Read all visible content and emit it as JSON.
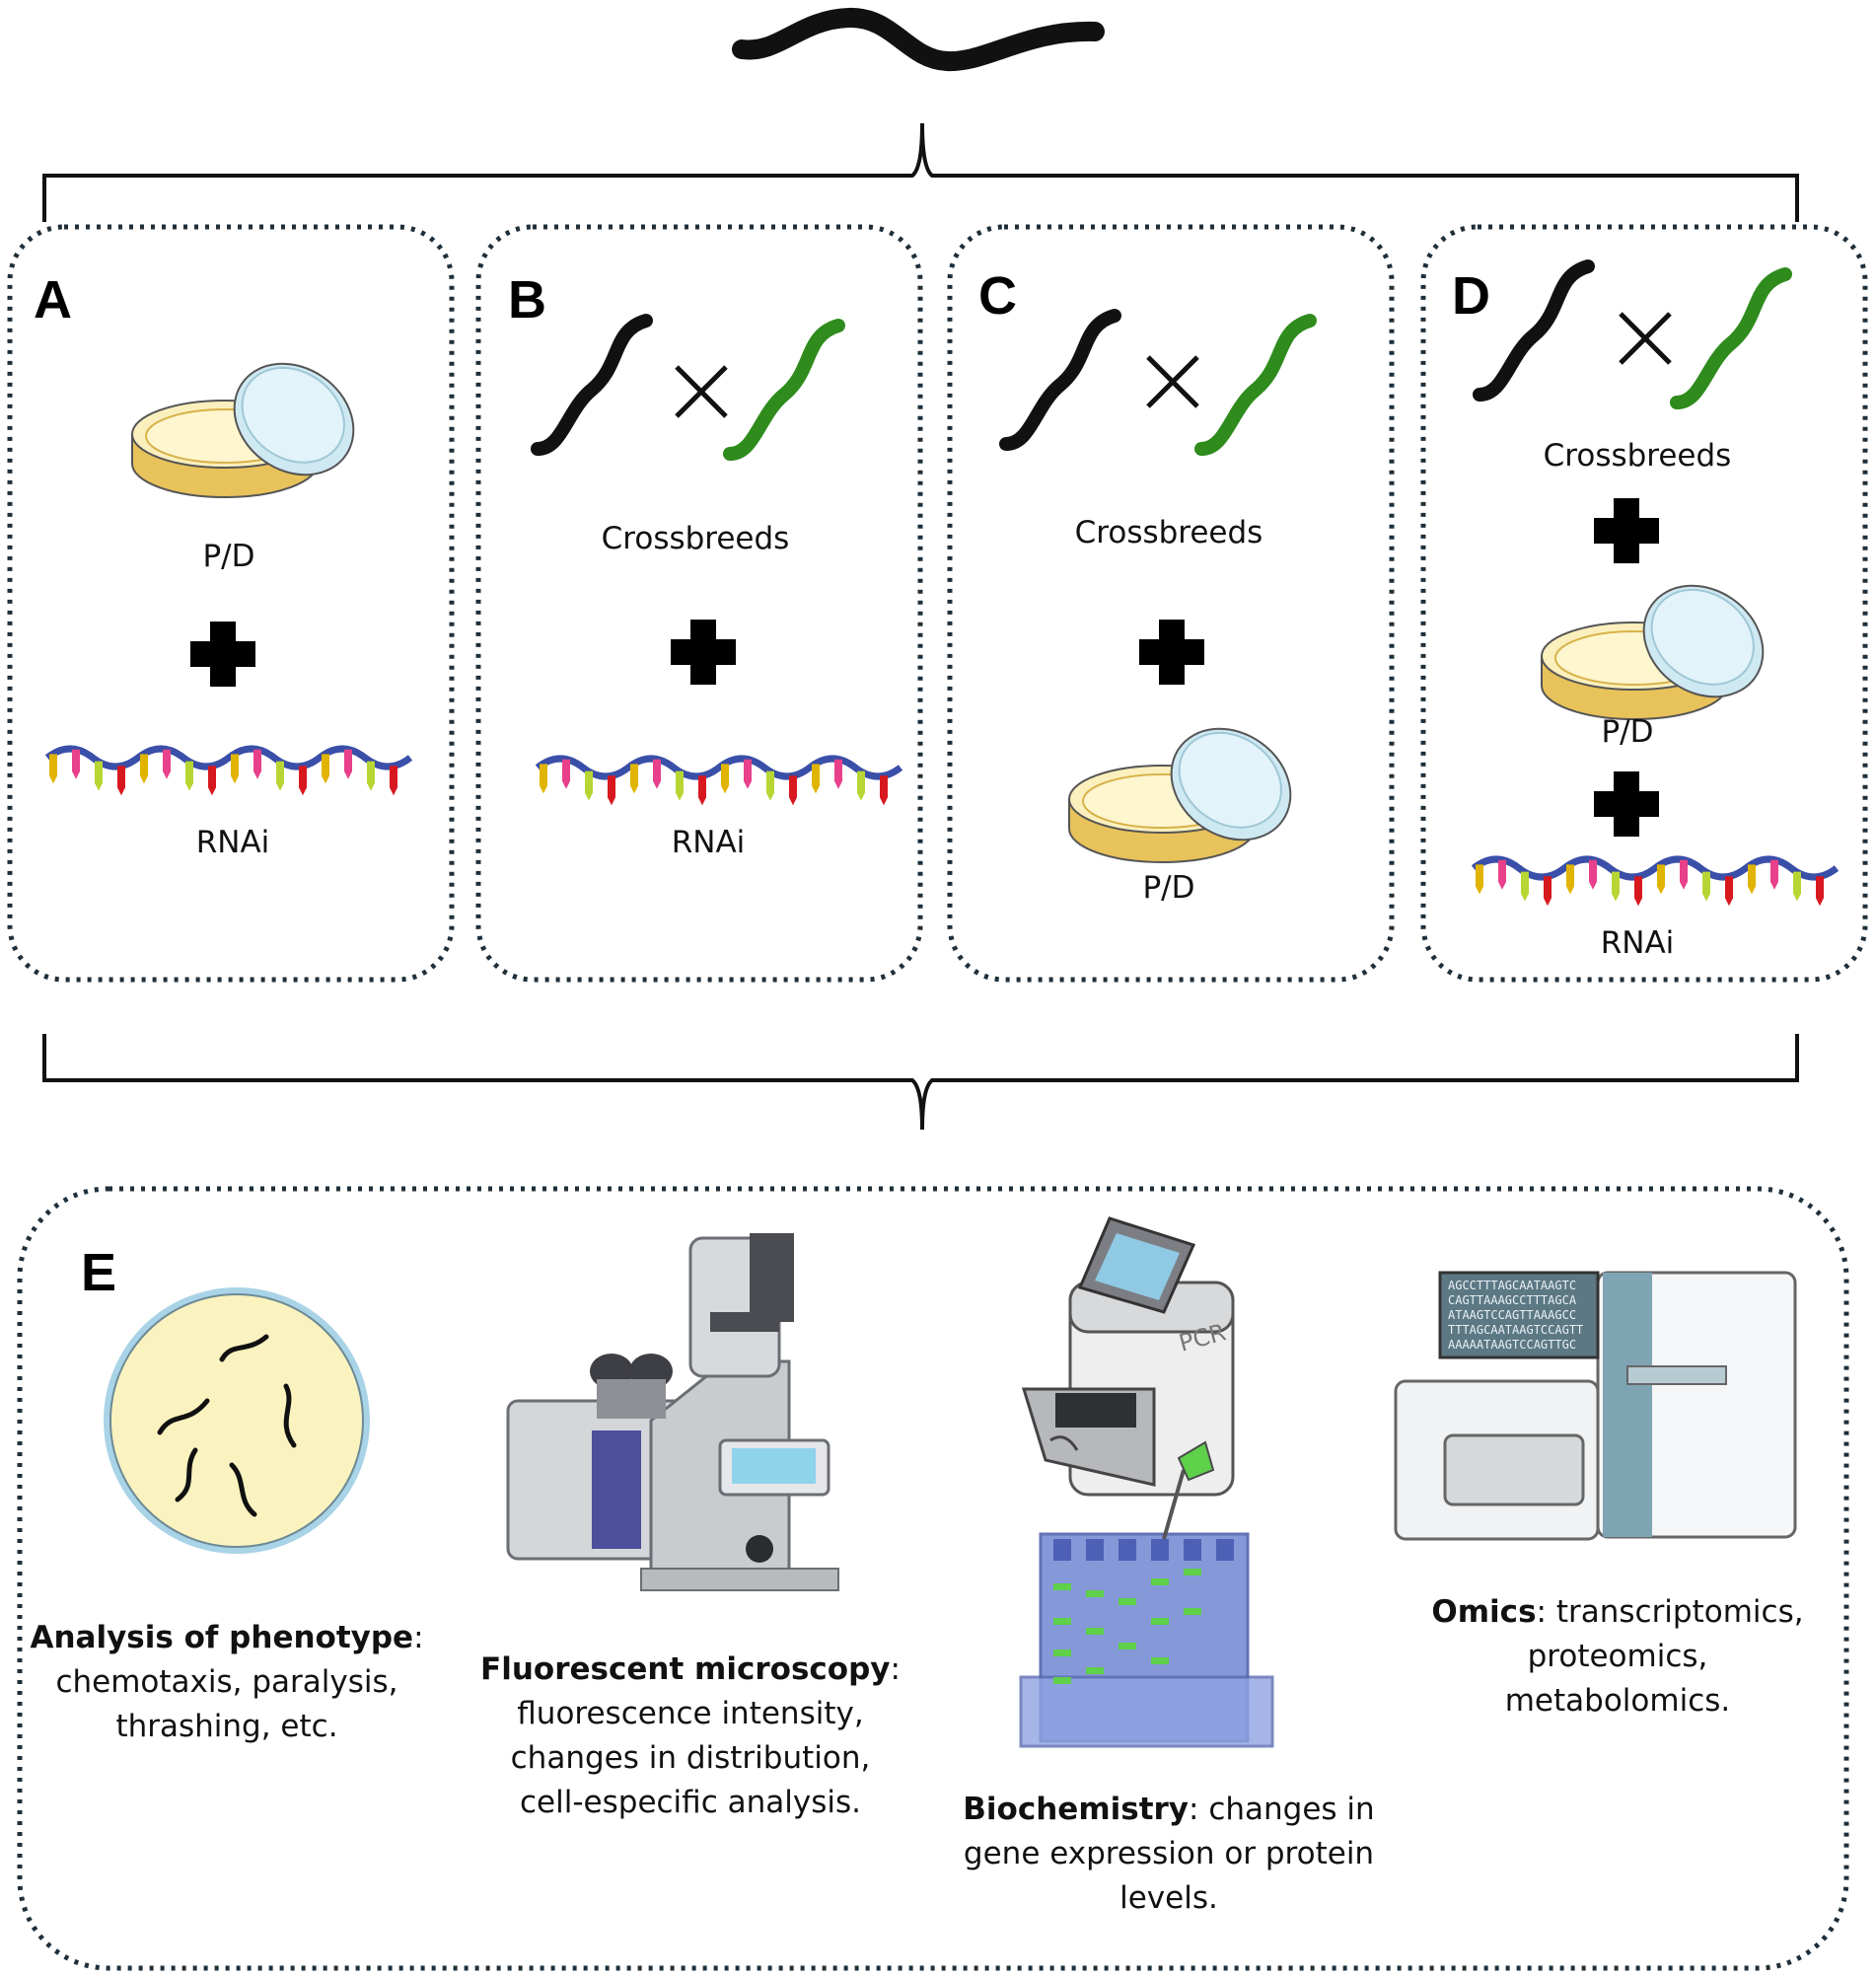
{
  "panels": [
    {
      "letter": "A",
      "crossbreeds": "",
      "pd": "P/D",
      "rnai": "RNAi"
    },
    {
      "letter": "B",
      "crossbreeds": "Crossbreeds",
      "pd": "",
      "rnai": "RNAi"
    },
    {
      "letter": "C",
      "crossbreeds": "Crossbreeds",
      "pd": "P/D",
      "rnai": ""
    },
    {
      "letter": "D",
      "crossbreeds": "Crossbreeds",
      "pd": "P/D",
      "rnai": "RNAi"
    }
  ],
  "analysis": {
    "letter": "E",
    "pcr_label": "PCR",
    "sequence_lines": [
      "AGCCTTTAGCAATAAGTC",
      "CAGTTAAAGCCTTTAGCA",
      "ATAAGTCCAGTTAAAGCC",
      "TTTAGCAATAAGTCCAGTT",
      "AAAAATAAGTCCAGTTGC"
    ],
    "methods": [
      {
        "title": "Analysis of phenotype",
        "lines": [
          "chemotaxis, paralysis,",
          "thrashing, etc."
        ]
      },
      {
        "title": "Fluorescent microscopy",
        "lines": [
          "fluorescence intensity,",
          "changes in distribution,",
          "cell-especific analysis."
        ]
      },
      {
        "title": "Biochemistry",
        "lines": [
          "changes in",
          "gene expression or protein",
          "levels."
        ]
      },
      {
        "title": "Omics",
        "lines": [
          "transcriptomics,",
          "proteomics,",
          "metabolomics."
        ]
      }
    ]
  },
  "colors": {
    "worm_black": "#111111",
    "worm_green": "#2e8b1c",
    "dish_agar": "#fbf0bd",
    "dish_lid": "#cfe9f3",
    "rna_backbone": "#3a4fa8",
    "gel": "#7f93d6",
    "gel_bands": "#5fd04a"
  }
}
